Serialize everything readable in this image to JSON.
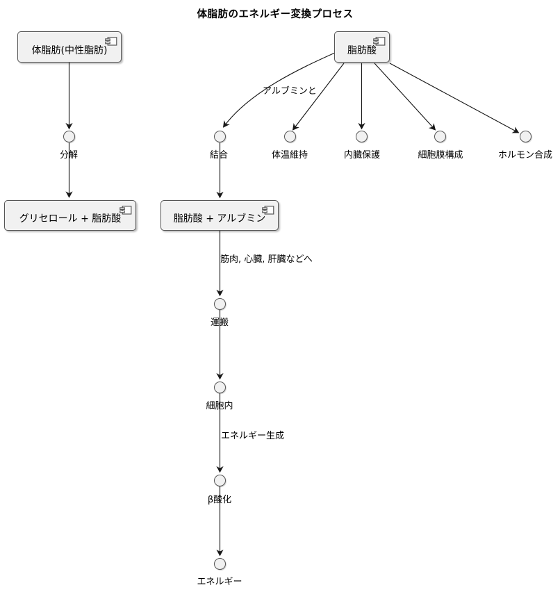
{
  "title": "体脂肪のエネルギー変換プロセス",
  "diagram": {
    "type": "component-flowchart",
    "colors": {
      "node_fill": "#f1f1f1",
      "node_border": "#555555",
      "edge": "#181818",
      "text": "#000000"
    },
    "boxes": [
      {
        "id": "body-fat",
        "label": "体脂肪(中性脂肪)",
        "icon": "component-icon"
      },
      {
        "id": "fatty-acid",
        "label": "脂肪酸",
        "icon": "component-icon"
      },
      {
        "id": "glycerol-fatty-acid",
        "label": "グリセロール + 脂肪酸",
        "icon": "component-icon"
      },
      {
        "id": "fatty-acid-albumin",
        "label": "脂肪酸 + アルブミン",
        "icon": "component-icon"
      }
    ],
    "circles": [
      {
        "id": "decomposition",
        "label": "分解"
      },
      {
        "id": "binding",
        "label": "結合"
      },
      {
        "id": "heat-maintenance",
        "label": "体温維持"
      },
      {
        "id": "organ-protection",
        "label": "内臓保護"
      },
      {
        "id": "cell-membrane",
        "label": "細胞膜構成"
      },
      {
        "id": "hormone-synthesis",
        "label": "ホルモン合成"
      },
      {
        "id": "transport",
        "label": "運搬"
      },
      {
        "id": "intracellular",
        "label": "細胞内"
      },
      {
        "id": "beta-oxidation",
        "label": "β酸化"
      },
      {
        "id": "energy",
        "label": "エネルギー"
      }
    ],
    "edge_labels": [
      {
        "id": "with-albumin",
        "label": "アルブミンと"
      },
      {
        "id": "to-organs",
        "label": "筋肉, 心臓, 肝臓などへ"
      },
      {
        "id": "energy-generation",
        "label": "エネルギー生成"
      }
    ]
  }
}
